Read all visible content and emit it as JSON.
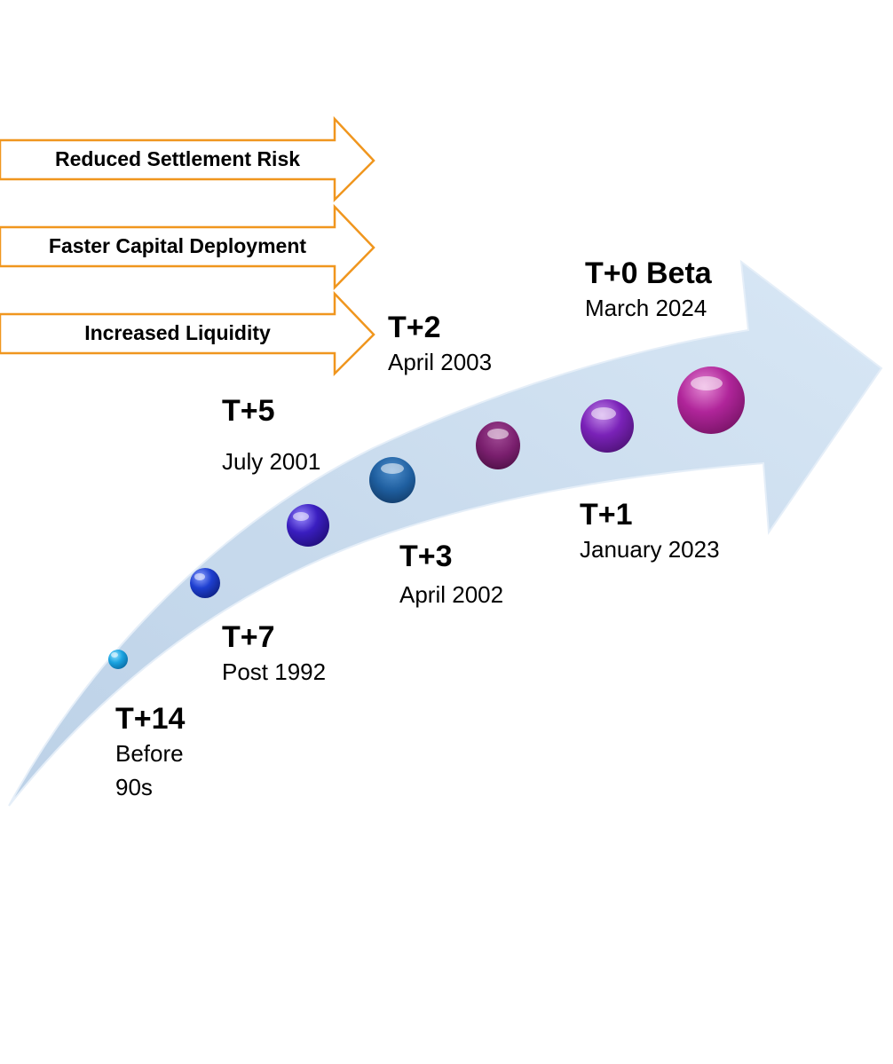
{
  "benefits": [
    {
      "label": "Reduced Settlement Risk"
    },
    {
      "label": "Faster Capital Deployment"
    },
    {
      "label": "Increased Liquidity"
    }
  ],
  "milestones": [
    {
      "label": "T+14",
      "date": "Before 90s",
      "color": "#1aa3e0"
    },
    {
      "label": "T+7",
      "date": "Post 1992",
      "color": "#1e3fd0"
    },
    {
      "label": "T+5",
      "date": "July 2001",
      "color": "#3a1ec0"
    },
    {
      "label": "T+3",
      "date": "April 2002",
      "color": "#1f5fa0"
    },
    {
      "label": "T+2",
      "date": "April 2003",
      "color": "#7a1f6e"
    },
    {
      "label": "T+1",
      "date": "January 2023",
      "color": "#7a22b8"
    },
    {
      "label": "T+0 Beta",
      "date": "March 2024",
      "color": "#b0259a"
    }
  ],
  "colors": {
    "benefit_arrow_stroke": "#f0961e",
    "timeline_arrow_fill": "#cfe1f2"
  }
}
